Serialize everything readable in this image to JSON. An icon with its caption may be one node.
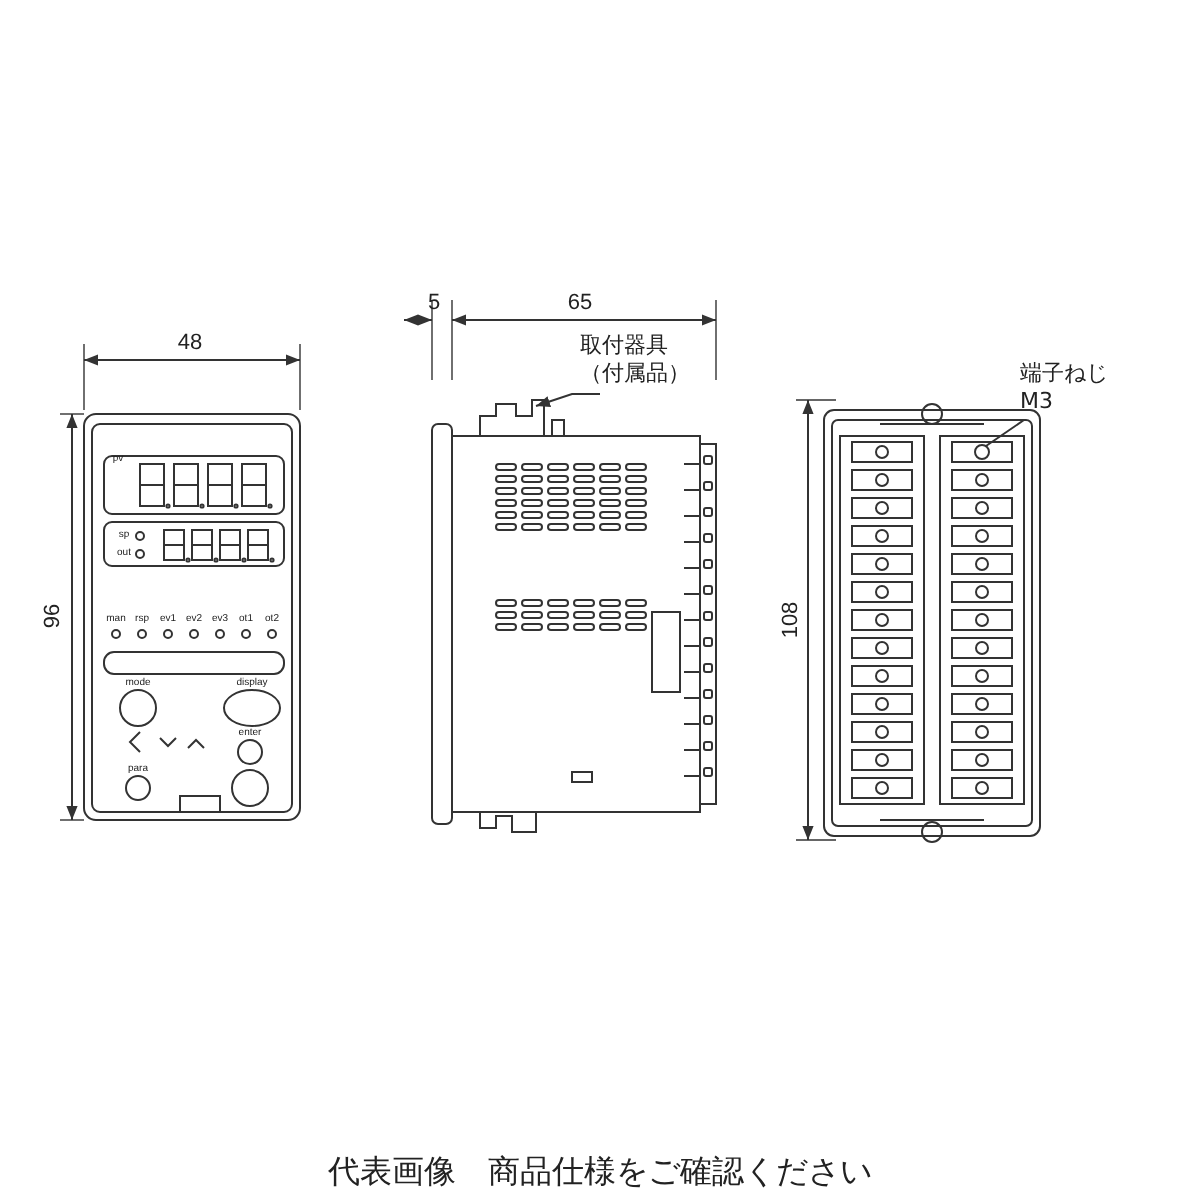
{
  "diagram": {
    "caption": "代表画像　商品仕様をご確認ください",
    "nodes": [
      {
        "text": [
          "取付器具",
          "（付属品）"
        ]
      },
      {
        "text": [],
        "shape": "picture"
      },
      {
        "text": [
          "端子ねじ M3"
        ]
      },
      {
        "text": [],
        "shape": "circle"
      }
    ],
    "edges": [
      {
        "from": 0,
        "to": 1,
        "arrow": "to"
      },
      {
        "from": 2,
        "to": 3,
        "arrow": "none"
      }
    ],
    "labels": [
      "5",
      "65",
      "48",
      "108",
      "96",
      "pv",
      "sp",
      "out",
      "man",
      "rsp",
      "ev1",
      "ev2",
      "ev3",
      "ot1",
      "ot2",
      "mode",
      "display",
      "enter",
      "para"
    ]
  }
}
